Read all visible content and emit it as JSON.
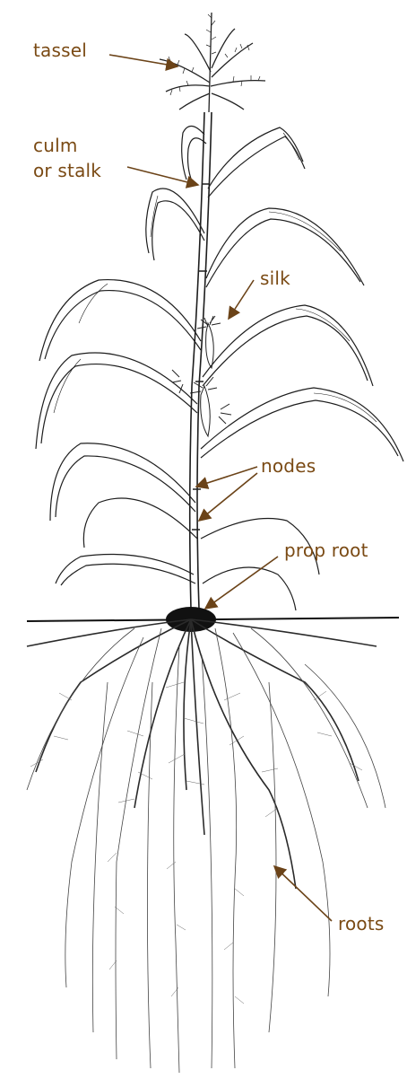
{
  "labels": {
    "tassel": "tassel",
    "culm_line1": "culm",
    "culm_line2": "or stalk",
    "silk": "silk",
    "nodes": "nodes",
    "prop_root": "prop root",
    "roots": "roots"
  },
  "colors": {
    "label_text": "#7a4a14",
    "leader_line": "#6b4318",
    "plant_ink": "#1a1a1a",
    "background": "#ffffff"
  }
}
